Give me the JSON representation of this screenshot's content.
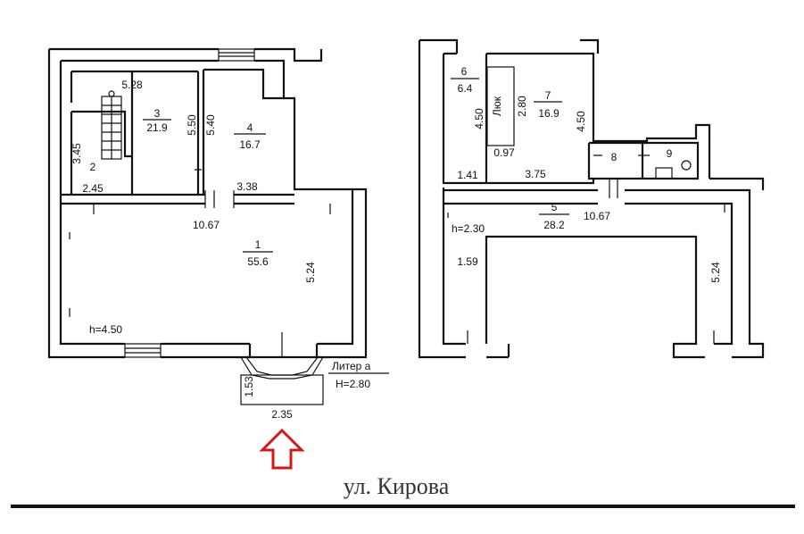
{
  "left_plan": {
    "rooms": [
      {
        "number": "1",
        "area": "55.6"
      },
      {
        "number": "2",
        "area": ""
      },
      {
        "number": "3",
        "area": "21.9"
      },
      {
        "number": "4",
        "area": "16.7"
      }
    ],
    "dims": {
      "d528": "5.28",
      "d345": "3.45",
      "d245": "2.45",
      "d550": "5.50",
      "d540": "5.40",
      "d338": "3.38",
      "d1067": "10.67",
      "d524": "5.24",
      "d153": "1.53",
      "d235": "2.35"
    },
    "height_label": "h=4.50",
    "liter_label": "Литер а",
    "liter_height": "H=2.80"
  },
  "right_plan": {
    "rooms": [
      {
        "number": "6",
        "area": "6.4"
      },
      {
        "number": "7",
        "area": "16.9"
      },
      {
        "number": "8",
        "area": ""
      },
      {
        "number": "9",
        "area": ""
      },
      {
        "number": "5",
        "area": "28.2"
      }
    ],
    "hatch_label": "Люк",
    "dims": {
      "d450a": "4.50",
      "d280": "2.80",
      "d450b": "4.50",
      "d097": "0.97",
      "d141": "1.41",
      "d375": "3.75",
      "d1067": "10.67",
      "d159": "1.59",
      "d524": "5.24"
    },
    "height_label": "h=2.30"
  },
  "street_label": "ул. Кирова",
  "colors": {
    "walls": "#111111",
    "arrow": "#d01a1a",
    "street_text": "#333333"
  }
}
